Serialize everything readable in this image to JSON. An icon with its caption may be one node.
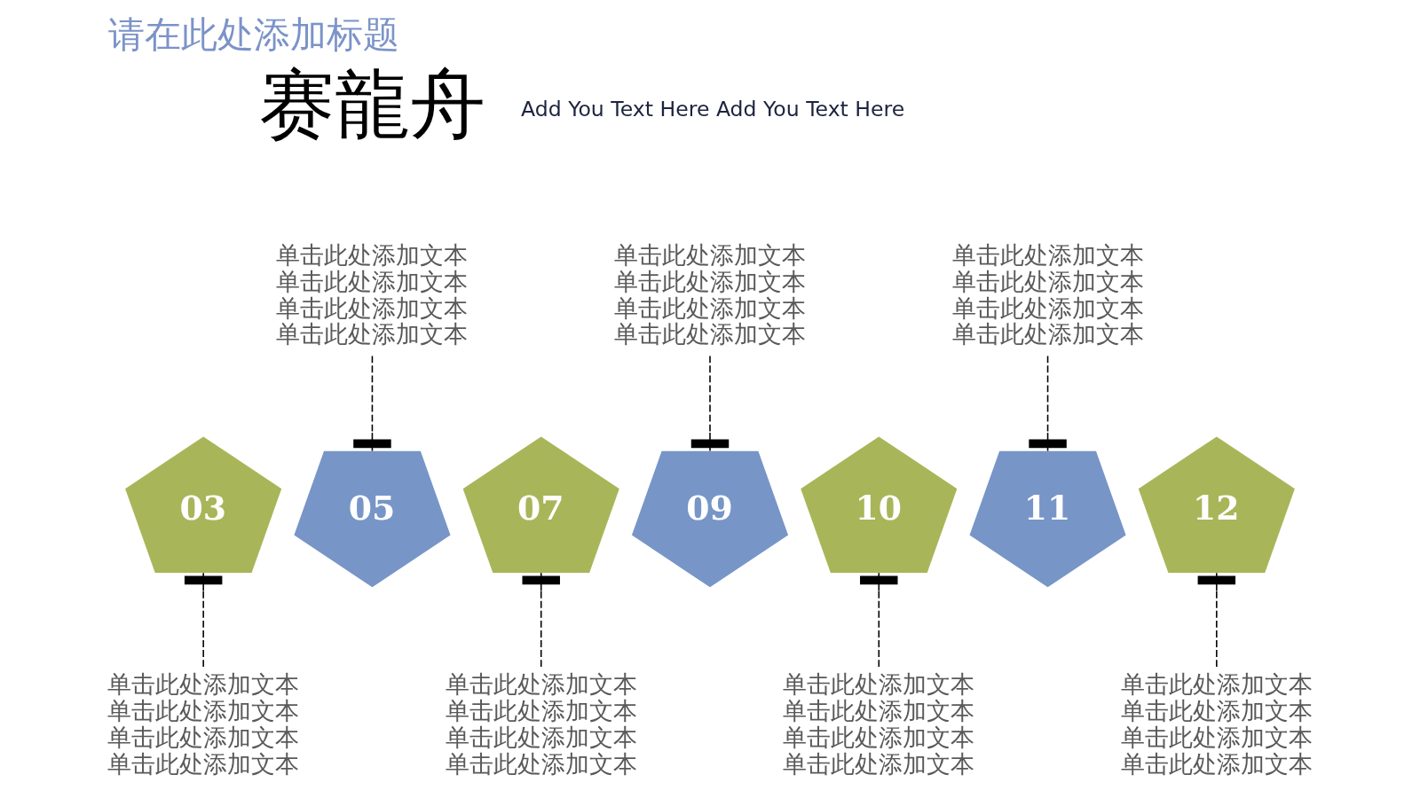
{
  "diagram": {
    "title": "请在此处添加标题",
    "nodes": [
      {
        "text": [
          "单击此处添加文本单击此处添加文本单击此处添加文本单击此处添加文本"
        ]
      },
      {
        "text": [
          "单击此处添加文本单击此处添加文本单击此处添加文本单击此处添加文本"
        ]
      },
      {
        "text": [
          "单击此处添加文本单击此处添加文本单击此处添加文本单击此处添加文本"
        ]
      },
      {
        "text": [
          "03"
        ]
      },
      {
        "text": [
          "05"
        ]
      },
      {
        "text": [
          "07"
        ]
      },
      {
        "text": [
          "09"
        ]
      },
      {
        "text": [
          "10"
        ]
      },
      {
        "text": [
          "11"
        ]
      },
      {
        "text": [
          "12"
        ]
      },
      {
        "text": [
          "单击此处添加文本单击此处添加文本单击此处添加文本单击此处添加文本"
        ]
      },
      {
        "text": [
          "单击此处添加文本单击此处添加文本单击此处添加文本单击此处添加文本"
        ]
      },
      {
        "text": [
          "单击此处添加文本单击此处添加文本单击此处添加文本单击此处添加文本"
        ]
      },
      {
        "text": [
          "单击此处添加文本单击此处添加文本单击此处添加文本单击此处添加文本"
        ]
      }
    ],
    "edges": [
      {
        "from": 0,
        "to": 4,
        "arrow": "other",
        "style": "dashed"
      },
      {
        "from": 1,
        "to": 6,
        "arrow": "other",
        "style": "dashed"
      },
      {
        "from": 2,
        "to": 8,
        "arrow": "other",
        "style": "dashed"
      },
      {
        "from": 3,
        "to": 10,
        "arrow": "other",
        "style": "dashed"
      },
      {
        "from": 5,
        "to": 11,
        "arrow": "other",
        "style": "dashed"
      },
      {
        "from": 7,
        "to": 12,
        "arrow": "other",
        "style": "dashed"
      },
      {
        "from": 9,
        "to": 13,
        "arrow": "other",
        "style": "dashed"
      }
    ],
    "labels": [
      "赛龍舟",
      "Add You Text Here Add You Text Here"
    ]
  }
}
